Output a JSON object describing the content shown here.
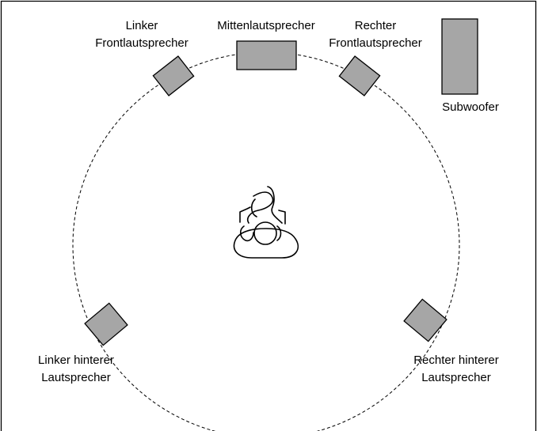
{
  "speakers": {
    "front_left": {
      "line1": "Linker",
      "line2": "Frontlautsprecher"
    },
    "center": {
      "line1": "Mittenlautsprecher"
    },
    "front_right": {
      "line1": "Rechter",
      "line2": "Frontlautsprecher"
    },
    "subwoofer": {
      "line1": "Subwoofer"
    },
    "rear_left": {
      "line1": "Linker hinterer",
      "line2": "Lautsprecher"
    },
    "rear_right": {
      "line1": "Rechter hinterer",
      "line2": "Lautsprecher"
    }
  },
  "colors": {
    "speaker_fill": "#a6a6a6",
    "stroke": "#000000",
    "background": "#ffffff"
  }
}
